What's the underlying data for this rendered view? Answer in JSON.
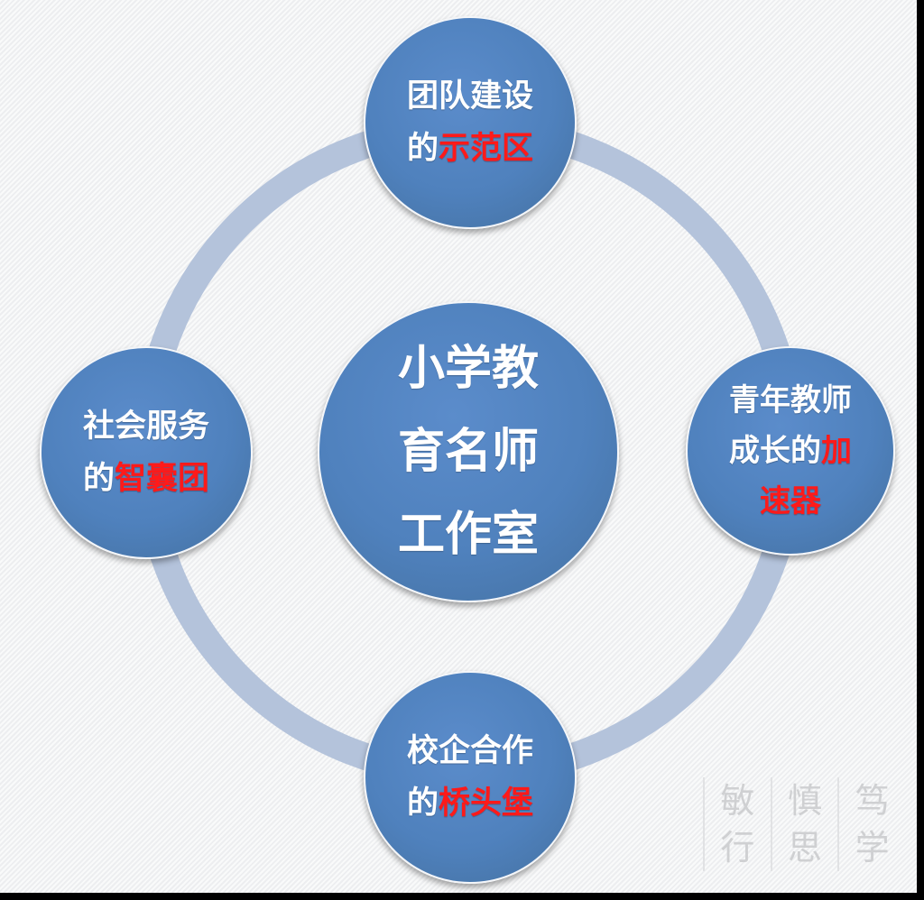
{
  "center": {
    "lines": [
      "小学教",
      "育名师",
      "工作室"
    ]
  },
  "nodes": {
    "top": {
      "line1": "团队建设",
      "line2_prefix": "的",
      "line2_highlight": "示范区"
    },
    "left": {
      "line1": "社会服务",
      "line2_prefix": "的",
      "line2_highlight": "智囊团"
    },
    "right": {
      "line1": "青年教师",
      "line2_prefix": "成长的",
      "line2_highlight": "加",
      "line3_highlight": "速器"
    },
    "bottom": {
      "line1": "校企合作",
      "line2_prefix": "的",
      "line2_highlight": "桥头堡"
    }
  },
  "motto": {
    "columns": [
      {
        "top": "敏",
        "bottom": "行"
      },
      {
        "top": "慎",
        "bottom": "思"
      },
      {
        "top": "笃",
        "bottom": "学"
      }
    ]
  },
  "colors": {
    "node_fill": "#4f81bd",
    "ring": "#b4c3db",
    "highlight": "#ff1a1a",
    "text": "#ffffff",
    "motto_text": "#cfd0d2"
  }
}
